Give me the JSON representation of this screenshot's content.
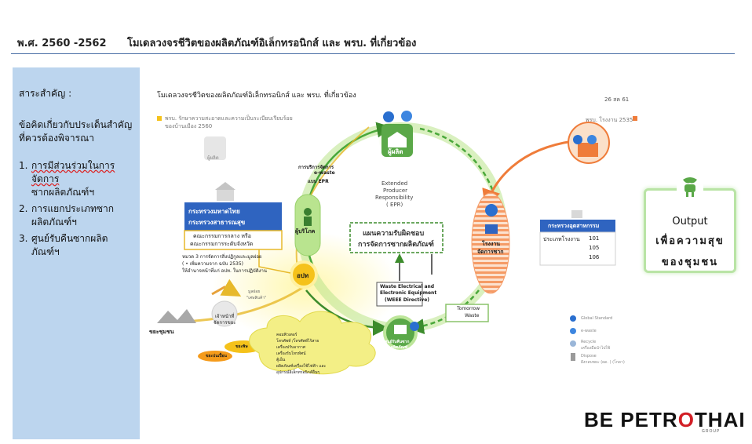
{
  "header": {
    "year": "พ.ศ. 2560 -2562",
    "title": "โมเดลวงจรชีวิตของผลิตภัณฑ์อิเล็กทรอนิกส์ และ พรบ. ที่เกี่ยวข้อง"
  },
  "side_panel": {
    "title": "สาระสำคัญ :",
    "subtitle_1": "ข้อคิดเกี่ยวกับประเด็นสำคัญ",
    "subtitle_2": "ที่ควรต้องพิจารณา",
    "items": [
      {
        "num": "1.",
        "line1": "การมีส่วนร่วมในการจัดการ",
        "line2": "ซากผลิตภัณฑ์ฯ"
      },
      {
        "num": "2.",
        "line1": "การแยกประเภทซาก",
        "line2": "ผลิตภัณฑ์ฯ"
      },
      {
        "num": "3.",
        "line1": "ศูนย์รับคืนซากผลิตภัณฑ์ฯ",
        "line2": ""
      }
    ]
  },
  "diagram": {
    "title": "โมเดลวงจรชีวิตของผลิตภัณฑ์อิเล็กทรอนิกส์ และ พรบ. ที่เกี่ยวข้อง",
    "date": "26 สค 61",
    "legend_left_1": "พรบ. รักษาความสะอาดและความเป็นระเบียบเรียบร้อย",
    "legend_left_2": "ของบ้านเมือง 2560",
    "legend_right": "พรบ. โรงงาน 2535",
    "producer": "ผู้ผลิต",
    "collection_label_1": "การบริการจัดการ",
    "collection_label_2": "e-waste",
    "collection_label_3": "แบบ EPR",
    "epr_1": "Extended",
    "epr_2": "Producer",
    "epr_3": "Responsibility",
    "epr_4": "( EPR)",
    "plan_1": "แผนความรับผิดชอบ",
    "plan_2": "การจัดการซากผลิตภัณฑ์",
    "weee_1": "Waste Electrical and",
    "weee_2": "Electronic Equipment",
    "weee_3": "(WEEE Directive)",
    "consumer": "ผู้บริโภค",
    "local_gov": "อปท",
    "moi_1": "กระทรวงมหาดไทย",
    "moi_2": "กระทรวงสาธารณสุข",
    "committee_1": "คณะกรรมการกลาง หรือ",
    "committee_2": "คณะกรรมการระดับจังหวัด",
    "note_1": "หมวด 3 การจัดการสิ่งปฏิกูลและมูลฝอย",
    "note_2": "( • เพิ่มความจาก ฉบับ 2535)",
    "note_3": "ให้อำนาจหน้าที่แก่ อปท. ในการปฏิบัติงาน",
    "officer_1": "เจ้าหน้าที่",
    "officer_2": "จัดการขยะ",
    "separation": "\"เศษสินค้า\"",
    "sep_small": "มูลฝอย",
    "community_waste": "ขยะชุมชน",
    "hazard_1": "ขยะพิษ",
    "hazard_2": "ขยะปนเปื้อน",
    "cloud_items": [
      "คอมพิวเตอร์",
      "โทรศัพท์ /โทรศัพท์ไร้สาย",
      "เครื่องปรับอากาศ",
      "เครื่องรับโทรทัศน์",
      "ตู้เย็น",
      "ผลิตภัณฑ์เครื่องใช้ไฟฟ้า และ",
      "อุปกรณ์อิเล็กทรอนิกส์อื่นๆ"
    ],
    "center_1": "ศูนย์รับคืนซาก",
    "center_2": "ผลิตภัณฑ์",
    "tomorrow_1": "Tomorrow",
    "tomorrow_2": "Waste",
    "factory_1": "โรงงาน",
    "factory_2": "จัดการซาก",
    "industry": "กระทรวงอุตสาหกรรม",
    "factory_type": "ประเภทโรงงาน",
    "factory_codes": [
      "101",
      "105",
      "106"
    ],
    "key": [
      "Global Standard",
      "e-waste",
      "Recycle",
      "Dispose"
    ],
    "key_sub_1": "เครื่องมือนำไปใช้",
    "key_sub_2": "ฝังกลบขยะ (ผด. ) (โกดา)"
  },
  "output": {
    "label": "Output",
    "line1": "เพื่อความสุข",
    "line2": "ของชุมชน"
  },
  "logo": {
    "pre": "BE PETR",
    "o": "O",
    "post": "THAI",
    "sub": "GROUP"
  }
}
